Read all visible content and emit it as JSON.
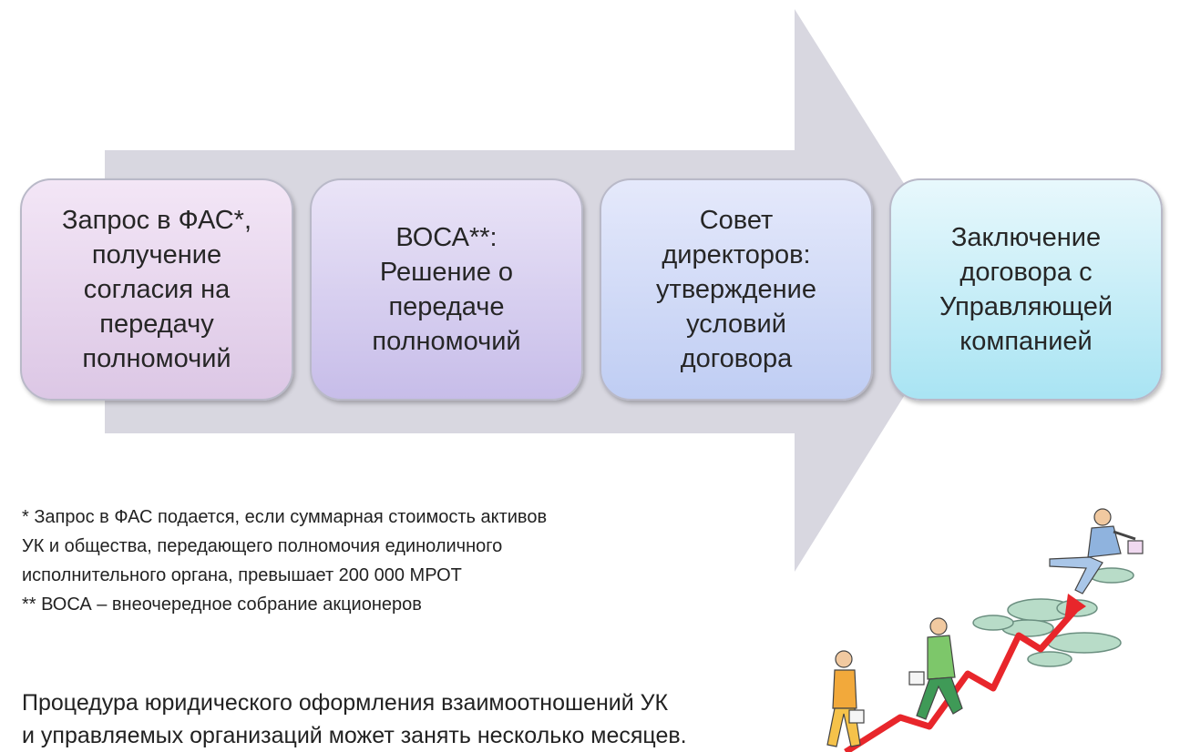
{
  "colors": {
    "arrow": "#d8d7e0",
    "step_1": "#e6d5ec",
    "step_2": "#d5cdef",
    "step_3": "#cfd9f6",
    "step_4": "#b9e9f5",
    "graph_line": "#e8262b"
  },
  "diagram": {
    "steps": [
      {
        "text": "Запрос в ФАС*,\nполучение\nсогласия на\nпередачу\nполномочий"
      },
      {
        "text": "ВОСА**:\nРешение о\nпередаче\nполномочий"
      },
      {
        "text": "Совет\nдиректоров:\nутверждение\nусловий\nдоговора"
      },
      {
        "text": "Заключение\nдоговора с\nУправляющей\nкомпанией"
      }
    ]
  },
  "footnotes": {
    "lines": [
      "* Запрос в ФАС подается, если суммарная стоимость активов",
      "УК и общества, передающего полномочия единоличного",
      "исполнительного органа, превышает 200 000 МРОТ",
      "** ВОСА – внеочередное собрание акционеров"
    ]
  },
  "conclusion": {
    "lines": [
      "Процедура юридического оформления взаимоотношений УК",
      "и управляемых организаций может занять несколько месяцев."
    ]
  },
  "illustration": {
    "icon": "career-growth-icon"
  }
}
